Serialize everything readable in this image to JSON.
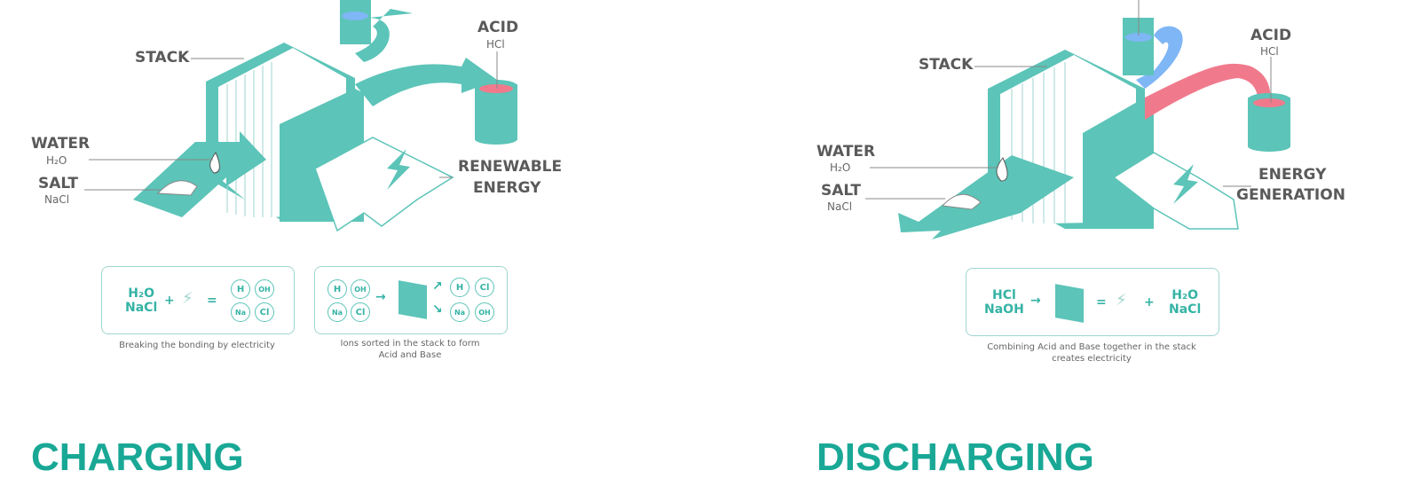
{
  "charging": {
    "title": "CHARGING",
    "labels": {
      "stack": "STACK",
      "acid": "ACID",
      "acid_formula": "HCl",
      "water": "WATER",
      "water_formula": "H₂O",
      "salt": "SALT",
      "salt_formula": "NaCl",
      "energy_line1": "RENEWABLE",
      "energy_line2": "ENERGY"
    },
    "equation1": {
      "reactants": [
        "H₂O",
        "NaCl"
      ],
      "plus": "+",
      "equals": "=",
      "ions": [
        "H",
        "OH",
        "Na",
        "Cl"
      ],
      "caption": "Breaking the bonding by electricity"
    },
    "equation2": {
      "ions_in": [
        "H",
        "OH",
        "Na",
        "Cl"
      ],
      "ions_out_acid": [
        "H",
        "Cl"
      ],
      "ions_out_base": [
        "Na",
        "OH"
      ],
      "caption_line1": "Ions sorted in the stack to form",
      "caption_line2": "Acid and Base"
    }
  },
  "discharging": {
    "title": "DISCHARGING",
    "labels": {
      "stack": "STACK",
      "acid": "ACID",
      "acid_formula": "HCl",
      "water": "WATER",
      "water_formula": "H₂O",
      "salt": "SALT",
      "salt_formula": "NaCl",
      "energy_line1": "ENERGY",
      "energy_line2": "GENERATION"
    },
    "equation": {
      "reactants": [
        "HCl",
        "NaOH"
      ],
      "equals": "=",
      "plus": "+",
      "products": [
        "H₂O",
        "NaCl"
      ],
      "caption_line1": "Combining Acid and Base together in the stack",
      "caption_line2": "creates electricity"
    }
  },
  "colors": {
    "teal": "#5cc4b8",
    "teal_dark": "#3aaea0",
    "heading": "#19a896",
    "acid": "#f07a8c",
    "base": "#7fb6f5"
  }
}
